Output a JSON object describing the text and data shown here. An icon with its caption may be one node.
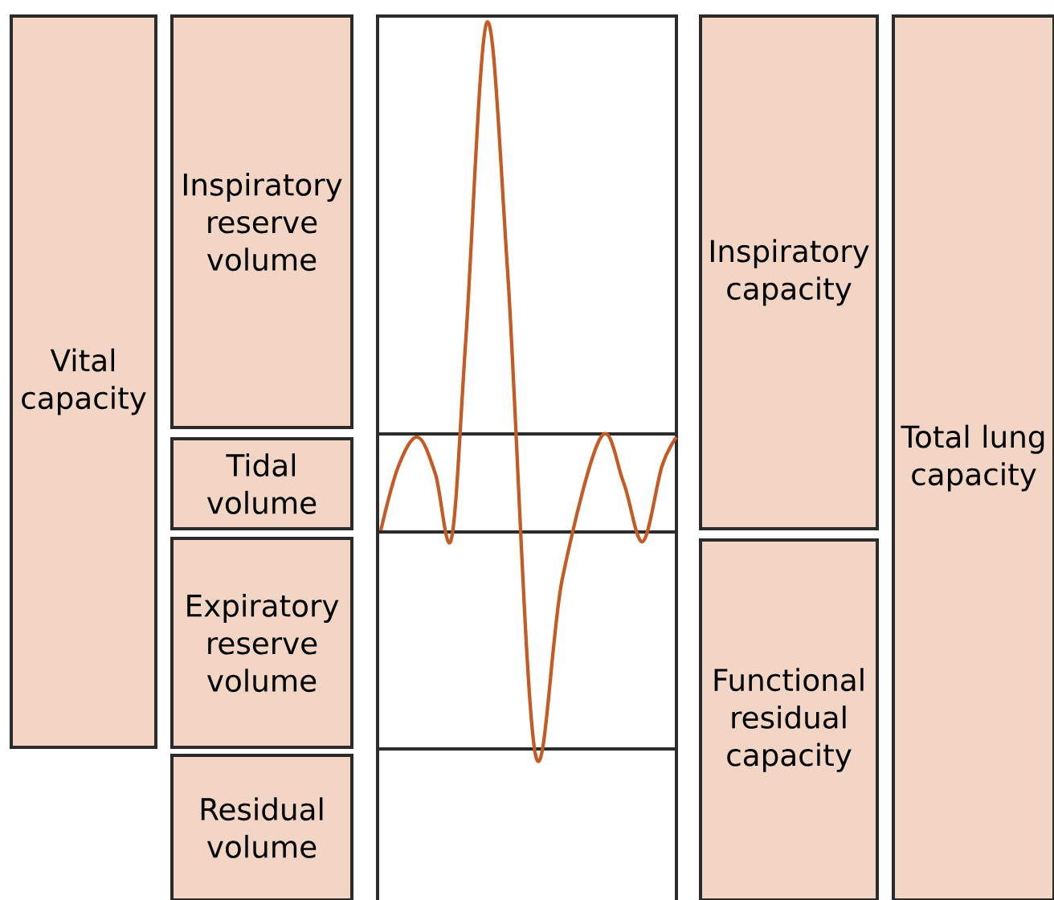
{
  "diagram": {
    "nodes": [
      {
        "text": [
          "Vital capacity"
        ]
      },
      {
        "text": [
          "Inspiratory reserve volume"
        ]
      },
      {
        "text": [
          "Tidal volume"
        ]
      },
      {
        "text": [
          "Expiratory reserve volume"
        ]
      },
      {
        "text": [
          "Residual volume"
        ]
      },
      {
        "text": [
          "Inspiratory capacity"
        ]
      },
      {
        "text": [
          "Functional residual capacity"
        ]
      },
      {
        "text": [
          "Total lung capacity"
        ]
      }
    ]
  }
}
